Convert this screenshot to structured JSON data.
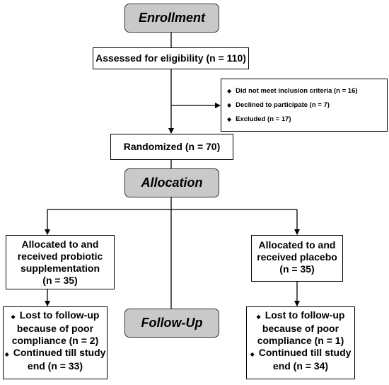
{
  "stages": {
    "enrollment": "Enrollment",
    "allocation": "Allocation",
    "followup": "Follow-Up"
  },
  "assessed": "Assessed for eligibility (n = 110)",
  "excluded": [
    "Did not meet inclusion criteria (n = 16)",
    "Declined to participate (n = 7)",
    "Excluded (n = 17)"
  ],
  "randomized": "Randomized (n = 70)",
  "left_arm": {
    "allocated": [
      "Allocated to and",
      "received probiotic",
      "supplementation",
      "(n = 35)"
    ],
    "followup": [
      [
        "Lost to follow-up",
        "because of poor",
        "compliance (n = 2)"
      ],
      [
        "Continued till study",
        "end (n = 33)"
      ]
    ]
  },
  "right_arm": {
    "allocated": [
      "Allocated to and",
      "received placebo",
      "(n = 35)"
    ],
    "followup": [
      [
        "Lost to follow-up",
        "because of poor",
        "compliance (n = 1)"
      ],
      [
        "Continued till study",
        "end (n = 34)"
      ]
    ]
  },
  "bullet_glyph": "◆"
}
